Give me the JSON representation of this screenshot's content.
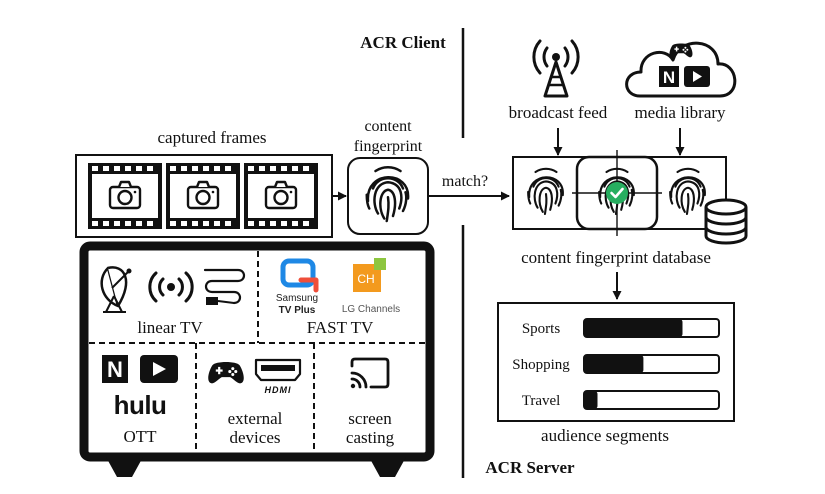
{
  "client_title": "ACR Client",
  "server_title": "ACR Server",
  "captured_frames_label": "captured frames",
  "fingerprint_label_line1": "content",
  "fingerprint_label_line2": "fingerprint",
  "match_label": "match?",
  "broadcast_feed_label": "broadcast feed",
  "media_library_label": "media library",
  "database_label": "content fingerprint database",
  "tv": {
    "linear_tv_label": "linear TV",
    "fast_tv_label": "FAST TV",
    "samsung_logo_line1": "Samsung",
    "samsung_logo_line2": "TV Plus",
    "lg_logo_badge": "CH",
    "lg_logo_text": "LG Channels",
    "netflix_letter": "N",
    "hulu_logo": "hulu",
    "hdmi_logo": "HDMI",
    "ott_label": "OTT",
    "external_devices_line1": "external",
    "external_devices_line2": "devices",
    "screen_casting_line1": "screen",
    "screen_casting_line2": "casting"
  },
  "segments": {
    "title": "audience segments",
    "items": [
      {
        "label": "Sports",
        "fill": 0.73
      },
      {
        "label": "Shopping",
        "fill": 0.44
      },
      {
        "label": "Travel",
        "fill": 0.1
      }
    ]
  },
  "colors": {
    "ink": "#111111",
    "samsung_icon_blue": "#1e88e5",
    "samsung_icon_red": "#ef4e3a",
    "lg_icon_orange": "#f39a1e",
    "lg_icon_green": "#8dc63f",
    "match_check_green": "#27ae60"
  },
  "icons": [
    "camera-icon",
    "fingerprint-icon",
    "broadcast-tower-icon",
    "cloud-icon",
    "gamepad-icon",
    "netflix-icon",
    "youtube-icon",
    "satellite-dish-icon",
    "antenna-icon",
    "cable-icon",
    "hdmi-icon",
    "cast-icon",
    "database-icon",
    "check-icon"
  ]
}
